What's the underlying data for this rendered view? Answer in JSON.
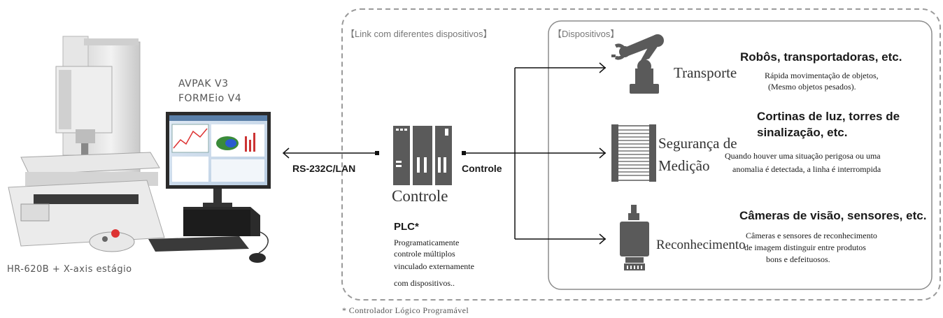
{
  "machine": {
    "caption": "HR-620B + X-axis estágio"
  },
  "software": {
    "line1": "AVPAK V3",
    "line2": "FORMEio V4"
  },
  "links": {
    "rs232_label": "RS-232C/LAN",
    "controle_label": "Controle"
  },
  "outer_box": {
    "title": "【Link com diferentes dispositivos】"
  },
  "inner_box": {
    "title": "【Dispositivos】"
  },
  "plc": {
    "name": "Controle",
    "label": "PLC*",
    "desc_line1": "Programaticamente",
    "desc_line2": "controle múltiplos",
    "desc_line3": "vinculado externamente",
    "desc_line4": "com dispositivos.."
  },
  "devices": [
    {
      "icon": "robot-arm-icon",
      "name": "Transporte",
      "heading": "Robôs, transportadoras, etc.",
      "desc_line1": "Rápida movimentação de objetos,",
      "desc_line2": "(Mesmo objetos pesados)."
    },
    {
      "icon": "light-curtain-icon",
      "name_line1": "Segurança de",
      "name_line2": "Medição",
      "heading_line1": "Cortinas de luz, torres de",
      "heading_line2": "sinalização, etc.",
      "desc_line1": "Quando houver uma situação perigosa ou uma",
      "desc_line2": "anomalia é detectada, a linha é interrompida"
    },
    {
      "icon": "vision-camera-icon",
      "name": "Reconhecimento",
      "heading": "Câmeras de visão, sensores, etc.",
      "desc_line1": "Câmeras e sensores de reconhecimento",
      "desc_line2": "de imagem distinguir entre produtos",
      "desc_line3": "bons e defeituosos."
    }
  ],
  "footnote": "* Controlador Lógico Programável",
  "colors": {
    "dashed_border": "#9a9a9a",
    "device_gray": "#5a5a5a",
    "box_border": "#8c8c8c"
  }
}
